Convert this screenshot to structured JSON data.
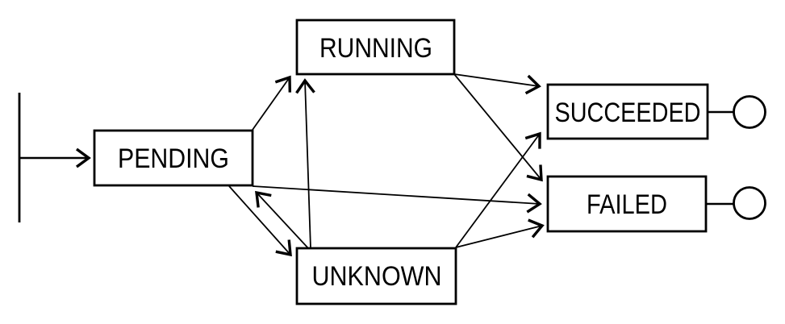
{
  "diagram": {
    "type": "state-diagram",
    "background_color": "#ffffff",
    "line_color": "#000000",
    "text_color": "#000000",
    "nodes": [
      {
        "id": "pending",
        "label": "PENDING"
      },
      {
        "id": "running",
        "label": "RUNNING"
      },
      {
        "id": "unknown",
        "label": "UNKNOWN"
      },
      {
        "id": "succeeded",
        "label": "SUCCEEDED"
      },
      {
        "id": "failed",
        "label": "FAILED"
      }
    ],
    "start_marker": {
      "shape": "initial-bar",
      "connects_to": "pending"
    },
    "terminal_markers": [
      {
        "shape": "circle",
        "attached_to": "succeeded"
      },
      {
        "shape": "circle",
        "attached_to": "failed"
      }
    ],
    "transitions": [
      {
        "from": "start",
        "to": "pending"
      },
      {
        "from": "pending",
        "to": "running"
      },
      {
        "from": "pending",
        "to": "unknown"
      },
      {
        "from": "unknown",
        "to": "pending"
      },
      {
        "from": "unknown",
        "to": "running"
      },
      {
        "from": "pending",
        "to": "failed"
      },
      {
        "from": "running",
        "to": "succeeded"
      },
      {
        "from": "running",
        "to": "failed"
      },
      {
        "from": "unknown",
        "to": "succeeded"
      },
      {
        "from": "unknown",
        "to": "failed"
      },
      {
        "from": "succeeded",
        "to": "end"
      },
      {
        "from": "failed",
        "to": "end"
      }
    ]
  }
}
